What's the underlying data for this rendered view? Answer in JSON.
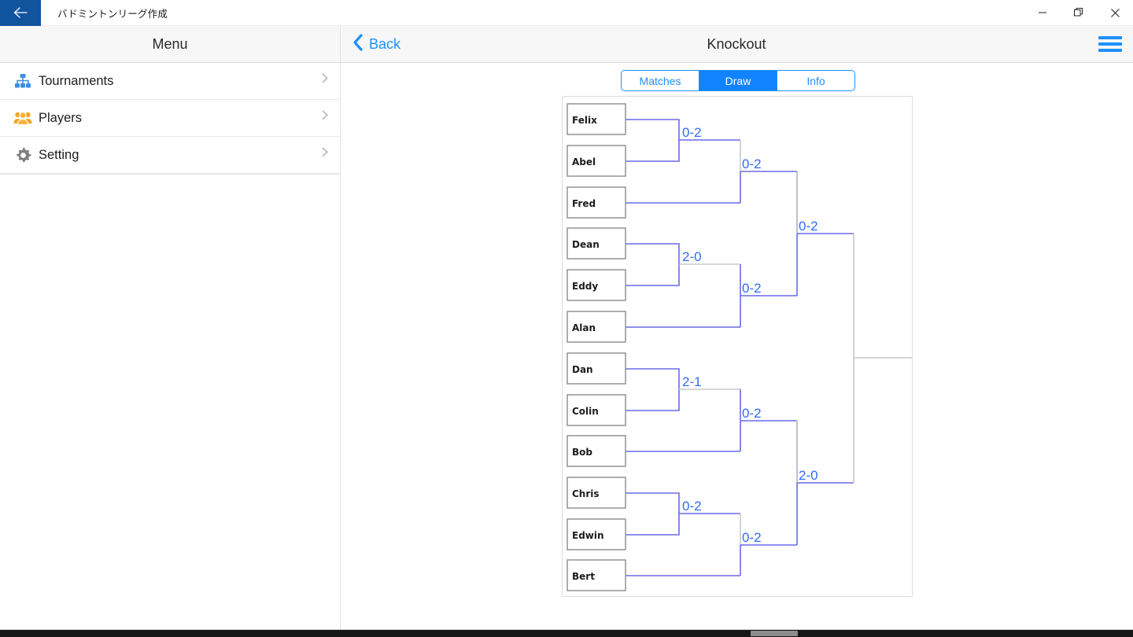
{
  "window": {
    "app_title": "バドミントンリーグ作成",
    "back_chip_icon": "arrow-left-icon",
    "minimize_label": "—",
    "maximize_label": "❐",
    "close_label": "✕"
  },
  "appbar": {
    "menu_title": "Menu",
    "back_label": "Back",
    "back_icon": "chevron-left-icon",
    "page_title": "Knockout",
    "hamburger_icon": "hamburger-menu-icon"
  },
  "sidebar": {
    "items": [
      {
        "label": "Tournaments",
        "icon": "org-chart-icon",
        "color": "#3b8fe0"
      },
      {
        "label": "Players",
        "icon": "people-group-icon",
        "color": "#f5a623"
      },
      {
        "label": "Setting",
        "icon": "gear-icon",
        "color": "#808080"
      }
    ]
  },
  "segmented": {
    "options": [
      {
        "label": "Matches",
        "active": false
      },
      {
        "label": "Draw",
        "active": true
      },
      {
        "label": "Info",
        "active": false
      }
    ],
    "accent": "#1e90ff",
    "active_bg": "#1283ff"
  },
  "bracket": {
    "line_color": "#6a6ae8",
    "score_color": "#2f6bff",
    "box_border": "#8c8c8c",
    "round1": [
      {
        "name": "Felix"
      },
      {
        "name": "Abel"
      },
      {
        "name": "Fred"
      },
      {
        "name": "Dean"
      },
      {
        "name": "Eddy"
      },
      {
        "name": "Alan"
      },
      {
        "name": "Dan"
      },
      {
        "name": "Colin"
      },
      {
        "name": "Bob"
      },
      {
        "name": "Chris"
      },
      {
        "name": "Edwin"
      },
      {
        "name": "Bert"
      }
    ],
    "scores": {
      "r1_felix_abel": "0-2",
      "r1_dean_eddy": "2-0",
      "r1_dan_colin": "2-1",
      "r1_chris_edwin": "0-2",
      "r2_top_fred": "0-2",
      "r2_upper_alan": "0-2",
      "r2_lower_bob": "0-2",
      "r2_bottom_bert": "0-2",
      "sf_upper": "0-2",
      "sf_lower": "2-0"
    }
  }
}
